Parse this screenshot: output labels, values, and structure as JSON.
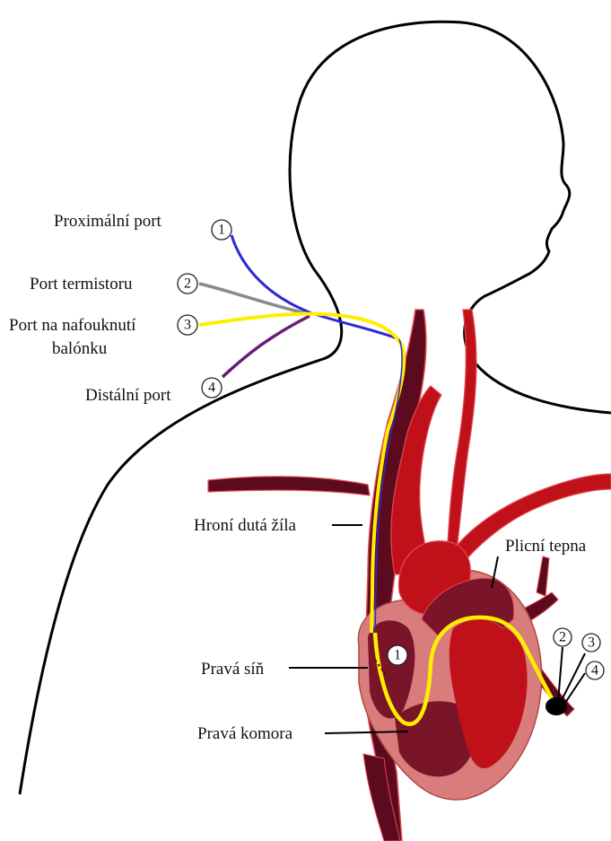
{
  "labels": {
    "proximal_port": "Proximální port",
    "thermistor_port": "Port termistoru",
    "balloon_port_line1": "Port na nafouknutí",
    "balloon_port_line2": "balónku",
    "distal_port": "Distální port",
    "superior_vena_cava": "Hroní dutá žíla",
    "pulmonary_artery": "Plicní tepna",
    "right_atrium": "Pravá síň",
    "right_ventricle": "Pravá komora"
  },
  "port_numbers": {
    "proximal": "1",
    "thermistor": "2",
    "balloon": "3",
    "distal": "4",
    "atrium_marker": "1",
    "tip_2": "2",
    "tip_3": "3",
    "tip_4": "4"
  },
  "colors": {
    "outline": "#000000",
    "dark_vein": "#5c0a1e",
    "artery_red": "#c0111b",
    "artery_light": "#e04a4f",
    "heart_pink": "#d97c7c",
    "heart_dark": "#7a1428",
    "catheter_yellow": "#ffee00",
    "proximal_blue": "#2b2bd0",
    "thermistor_gray": "#8a8a8a",
    "distal_purple": "#6a1a7a"
  }
}
